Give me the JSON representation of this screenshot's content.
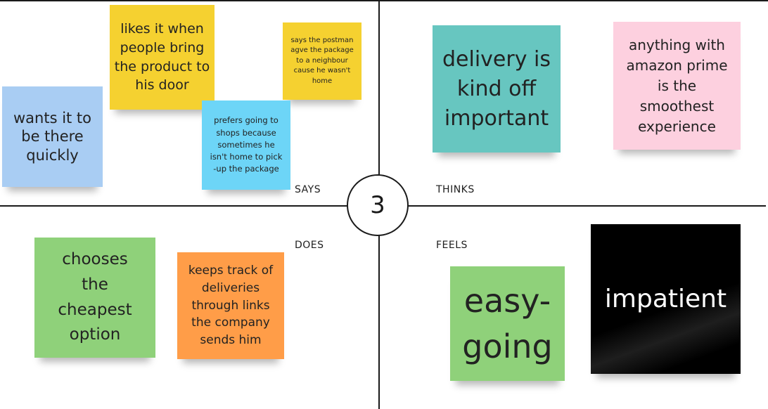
{
  "board": {
    "center_number": "3",
    "quadrants": {
      "says": "SAYS",
      "thinks": "THINKS",
      "does": "DOES",
      "feels": "FEELS"
    }
  },
  "notes": {
    "says_quickly": {
      "text": "wants it to be there quickly",
      "color": "#a9cdf3"
    },
    "says_door": {
      "text": "likes it when people bring the product to his door",
      "color": "#f5d130"
    },
    "says_postman": {
      "text": "says the postman agve the package to a neighbour cause he wasn't home",
      "color": "#f5d130"
    },
    "says_shops": {
      "text": "prefers going to shops because sometimes he isn't home to pick -up the package",
      "color": "#6dd5f7"
    },
    "thinks_delivery": {
      "text": "delivery is kind off important",
      "color": "#67c6c0"
    },
    "thinks_amazon": {
      "text": "anything with amazon prime is the smoothest experience",
      "color": "#fdd0df"
    },
    "does_cheapest": {
      "text": "chooses the cheapest option",
      "color": "#8fd17a"
    },
    "does_track": {
      "text": "keeps track of deliveries through links the company sends him",
      "color": "#ff9d48"
    },
    "feels_easy": {
      "text": "easy-going",
      "color": "#8fd17a"
    },
    "feels_impatient": {
      "text": "impatient",
      "color": "#000000"
    }
  }
}
